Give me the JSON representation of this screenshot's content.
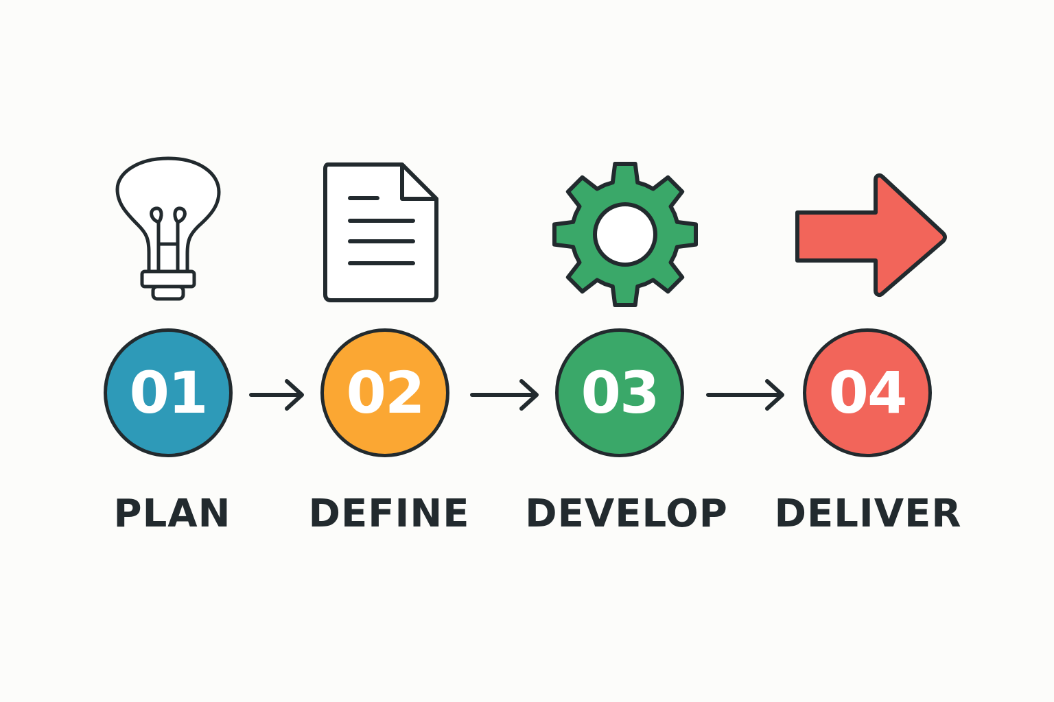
{
  "colors": {
    "outline": "#222a2e",
    "step1": "#2e9ab8",
    "step2": "#fba733",
    "step3": "#3aa869",
    "step4": "#f2655a",
    "number_text": "#ffffff"
  },
  "steps": [
    {
      "number": "01",
      "label": "PLAN",
      "icon": "lightbulb-icon",
      "color": "#2e9ab8"
    },
    {
      "number": "02",
      "label": "DEFINE",
      "icon": "document-icon",
      "color": "#fba733"
    },
    {
      "number": "03",
      "label": "DEVELOP",
      "icon": "gear-icon",
      "color": "#3aa869"
    },
    {
      "number": "04",
      "label": "DELIVER",
      "icon": "arrow-right-icon",
      "color": "#f2655a"
    }
  ],
  "connectors": [
    "arrow-right",
    "arrow-right",
    "arrow-right"
  ]
}
